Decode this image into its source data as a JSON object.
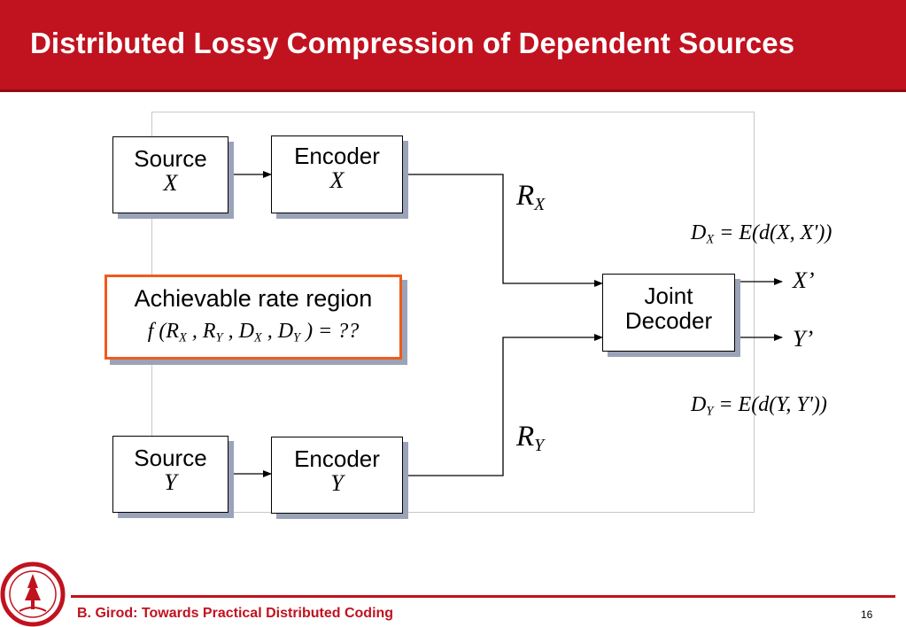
{
  "slide": {
    "title": "Distributed Lossy Compression of Dependent Sources",
    "footer": "B. Girod: Towards Practical Distributed Coding",
    "page_number": "16"
  },
  "diagram": {
    "source_x": {
      "line1": "Source",
      "line2": "X"
    },
    "encoder_x": {
      "line1": "Encoder",
      "line2": "X"
    },
    "source_y": {
      "line1": "Source",
      "line2": "Y"
    },
    "encoder_y": {
      "line1": "Encoder",
      "line2": "Y"
    },
    "joint_decoder": {
      "line1": "Joint",
      "line2": "Decoder"
    },
    "achievable": {
      "line1": "Achievable rate region",
      "formula": "f(R_X, R_Y, D_X, D_Y) = ??"
    },
    "rate_x": {
      "symbol": "R",
      "sub": "X"
    },
    "rate_y": {
      "symbol": "R",
      "sub": "Y"
    },
    "output_x": "X’",
    "output_y": "Y’",
    "distortion_x": {
      "lhs": "D",
      "sub": "X",
      "rhs": "= E(d(X, X'))"
    },
    "distortion_y": {
      "lhs": "D",
      "sub": "Y",
      "rhs": "= E(d(Y, Y'))"
    }
  },
  "colors": {
    "title_bar": "#c1121f",
    "achievable_border": "#f05a1c",
    "box_shadow": "#9aa3b8"
  },
  "icons": {
    "seal": "stanford-seal-icon"
  }
}
